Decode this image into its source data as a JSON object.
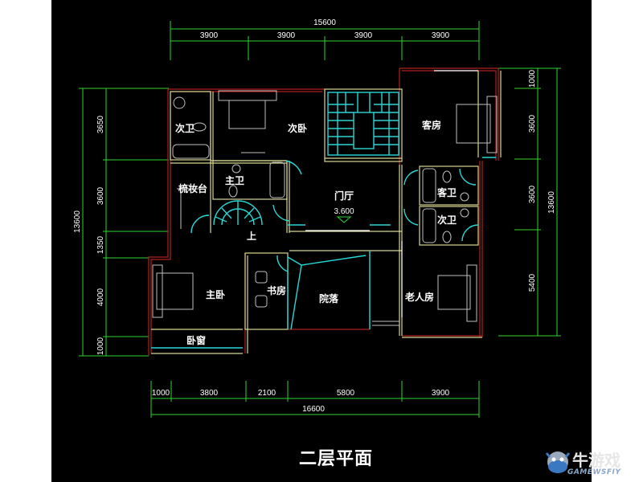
{
  "drawing": {
    "title": "二层平面",
    "background": "#000000",
    "colors": {
      "dimension_line": "#2fd22f",
      "wall_outer": "#b02020",
      "wall_inner": "#d8d890",
      "window_door": "#2ad6d6",
      "furniture": "#bfbfbf",
      "text": "#ffffff"
    }
  },
  "dimensions": {
    "top_total": "15600",
    "top_segments": [
      "3900",
      "3900",
      "3900",
      "3900"
    ],
    "bottom_total": "16600",
    "bottom_segments": [
      "1000",
      "3800",
      "2100",
      "5800",
      "3900"
    ],
    "left_total": "13600",
    "left_segments": [
      "3650",
      "3600",
      "1350",
      "4000",
      "1000"
    ],
    "right_total": "13600",
    "right_segments": [
      "1000",
      "3600",
      "3600",
      "5400"
    ]
  },
  "rooms": {
    "secondary_bath_1": "次卫",
    "secondary_bedroom": "次卧",
    "guest_room": "客房",
    "master_bath": "主卫",
    "dressing_table": "梳妆台",
    "foyer": "门厅",
    "foyer_elevation": "3.600",
    "guest_bath": "客卫",
    "secondary_bath_2": "次卫",
    "stair_up": "上",
    "master_bedroom": "主卧",
    "study": "书房",
    "courtyard": "院落",
    "elder_room": "老人房",
    "bay_window": "卧窗"
  },
  "watermark": {
    "text": "牛游戏",
    "subtext": "GAMEWSFIY"
  }
}
